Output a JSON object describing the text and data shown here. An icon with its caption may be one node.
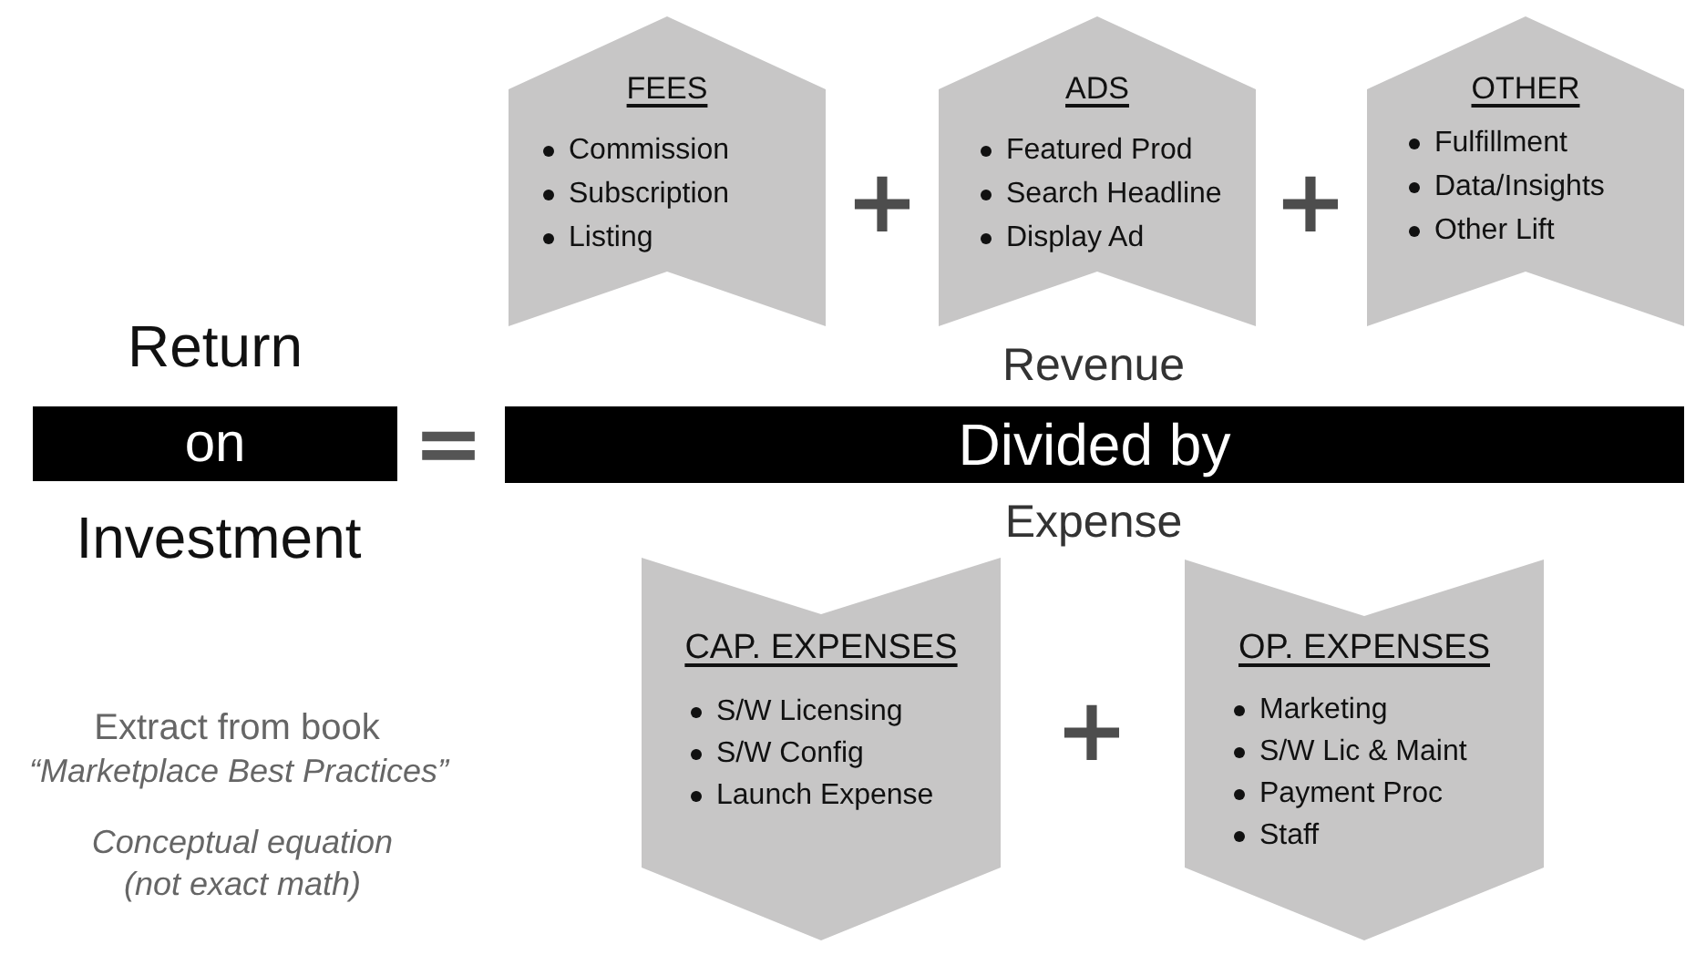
{
  "diagram": {
    "nodes": [
      {
        "text": [
          "FEES",
          "Commission",
          "Subscription",
          "Listing"
        ]
      },
      {
        "text": [
          "ADS",
          "Featured Prod",
          "Search Headline",
          "Display Ad"
        ]
      },
      {
        "text": [
          "OTHER",
          "Fulfillment",
          "Data/Insights",
          "Other Lift"
        ]
      },
      {
        "text": [
          "on"
        ],
        "beside": [
          "Return",
          "Investment"
        ]
      },
      {
        "text": [
          "Divided by"
        ],
        "beside": [
          "Revenue",
          "Expense"
        ]
      },
      {
        "text": [
          "CAP. EXPENSES",
          "S/W Licensing",
          "S/W Config",
          "Launch Expense"
        ]
      },
      {
        "text": [
          "OP. EXPENSES",
          "Marketing",
          "S/W Lic & Maint",
          "Payment Proc",
          "Staff"
        ]
      }
    ],
    "labels": [
      "+",
      "+",
      "=",
      "+",
      "Extract from book",
      "“Marketplace Best Practices”",
      "Conceptual equation (not exact math)"
    ]
  }
}
